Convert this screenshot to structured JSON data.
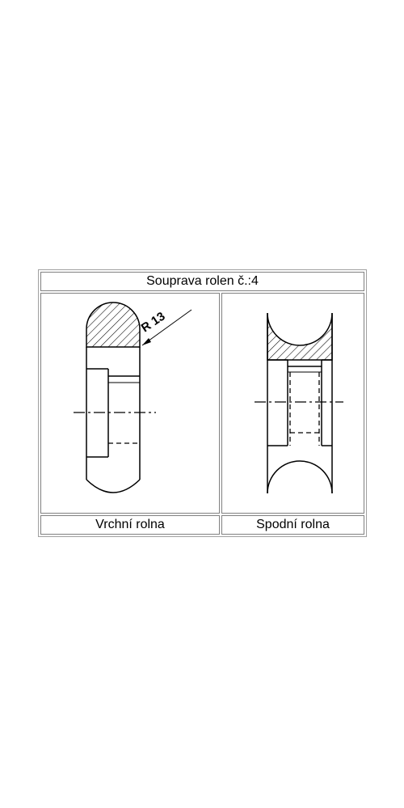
{
  "table": {
    "title": "Souprava rolen č.:4",
    "left_caption": "Vrchní rolna",
    "right_caption": "Spodní rolna"
  },
  "drawing_left": {
    "dimension_label": "R 13"
  },
  "colors": {
    "line": "#000000",
    "border": "#808080"
  }
}
